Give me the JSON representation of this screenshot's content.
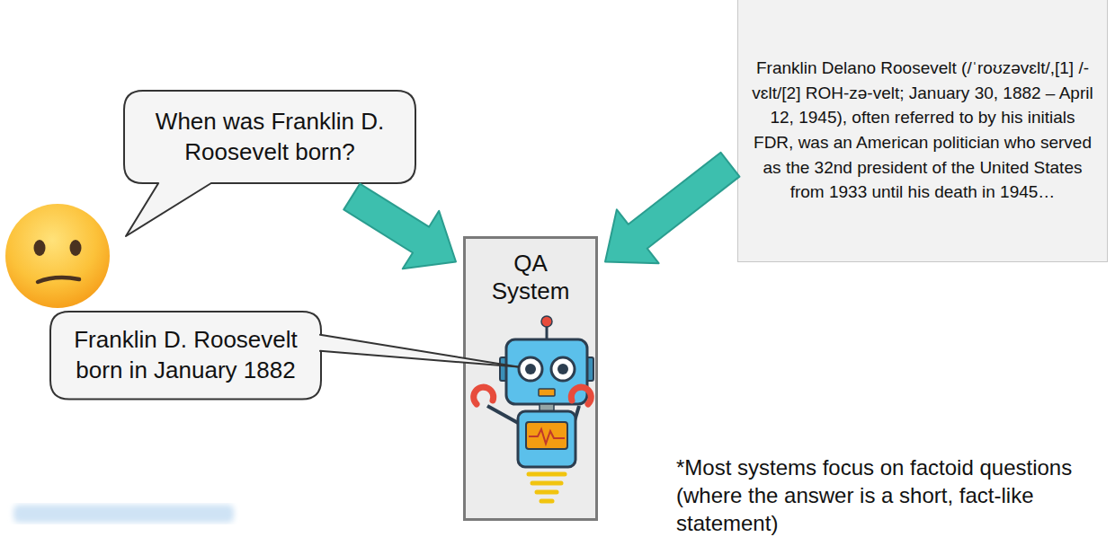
{
  "diagram": {
    "nodes": [
      {
        "text": [
          "When was Franklin D. Roosevelt born?"
        ]
      },
      {
        "text": [
          "QA System"
        ]
      },
      {
        "text": [
          "Franklin Delano Roosevelt (/ˈroʊzəvɛlt/,[1] /-vɛlt/[2] ROH-zə-velt; January 30, 1882 – April 12, 1945), often referred to by his initials FDR, was an American politician who served as the 32nd president of the United States from 1933 until his death in 1945…"
        ]
      },
      {
        "text": [
          "Franklin D. Roosevelt born in January 1882"
        ]
      }
    ],
    "edges": [
      {
        "from": 0,
        "to": 1,
        "arrow": "to"
      },
      {
        "from": 2,
        "to": 1,
        "arrow": "to"
      },
      {
        "from": 3,
        "to": 1,
        "arrow": "none"
      }
    ],
    "labels": [
      "*Most systems focus on factoid questions (where the answer is a short, fact-like statement)"
    ]
  }
}
